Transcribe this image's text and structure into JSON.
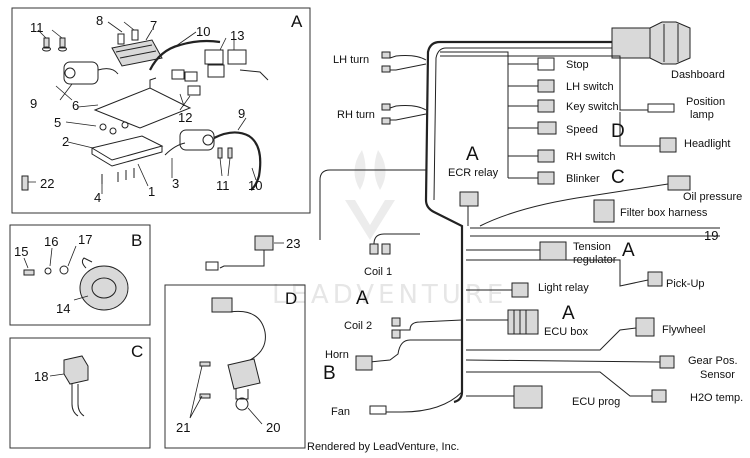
{
  "footer": "Rendered by LeadVenture, Inc.",
  "watermark": "LEADVENTURE",
  "panels": {
    "a": {
      "letter": "A",
      "numbers": [
        "11",
        "8",
        "7",
        "10",
        "13",
        "9",
        "6",
        "5",
        "2",
        "12",
        "3",
        "22",
        "4",
        "1",
        "11",
        "9",
        "10"
      ]
    },
    "b": {
      "letter": "B",
      "numbers": [
        "15",
        "16",
        "17",
        "14"
      ]
    },
    "c": {
      "letter": "C",
      "numbers": [
        "18"
      ]
    },
    "d": {
      "letter": "D",
      "numbers": [
        "21",
        "20"
      ]
    },
    "loose": {
      "numbers": [
        "23"
      ]
    }
  },
  "harness": {
    "labels": {
      "lh_turn": "LH turn",
      "rh_turn": "RH turn",
      "stop": "Stop",
      "lh_switch": "LH switch",
      "key_switch": "Key switch",
      "speed": "Speed",
      "rh_switch": "RH switch",
      "blinker": "Blinker",
      "dashboard": "Dashboard",
      "position_lamp_1": "Position",
      "position_lamp_2": "lamp",
      "headlight": "Headlight",
      "oil_pressure": "Oil pressure",
      "filter_box": "Filter box harness",
      "ecr_relay": "ECR relay",
      "coil1": "Coil 1",
      "coil2": "Coil 2",
      "tension_1": "Tension",
      "tension_2": "regulator",
      "light_relay": "Light relay",
      "ecu_box": "ECU box",
      "pick_up": "Pick-Up",
      "flywheel": "Flywheel",
      "gear_pos_1": "Gear Pos.",
      "gear_pos_2": "Sensor",
      "h2o": "H2O temp.",
      "horn": "Horn",
      "fan": "Fan",
      "ecu_prog": "ECU prog",
      "ref19": "19"
    },
    "letters": {
      "speed_d": "D",
      "blinker_c": "C",
      "ecr_a": "A",
      "tension_a": "A",
      "coil_a": "A",
      "ecu_a": "A",
      "horn_b": "B"
    }
  }
}
